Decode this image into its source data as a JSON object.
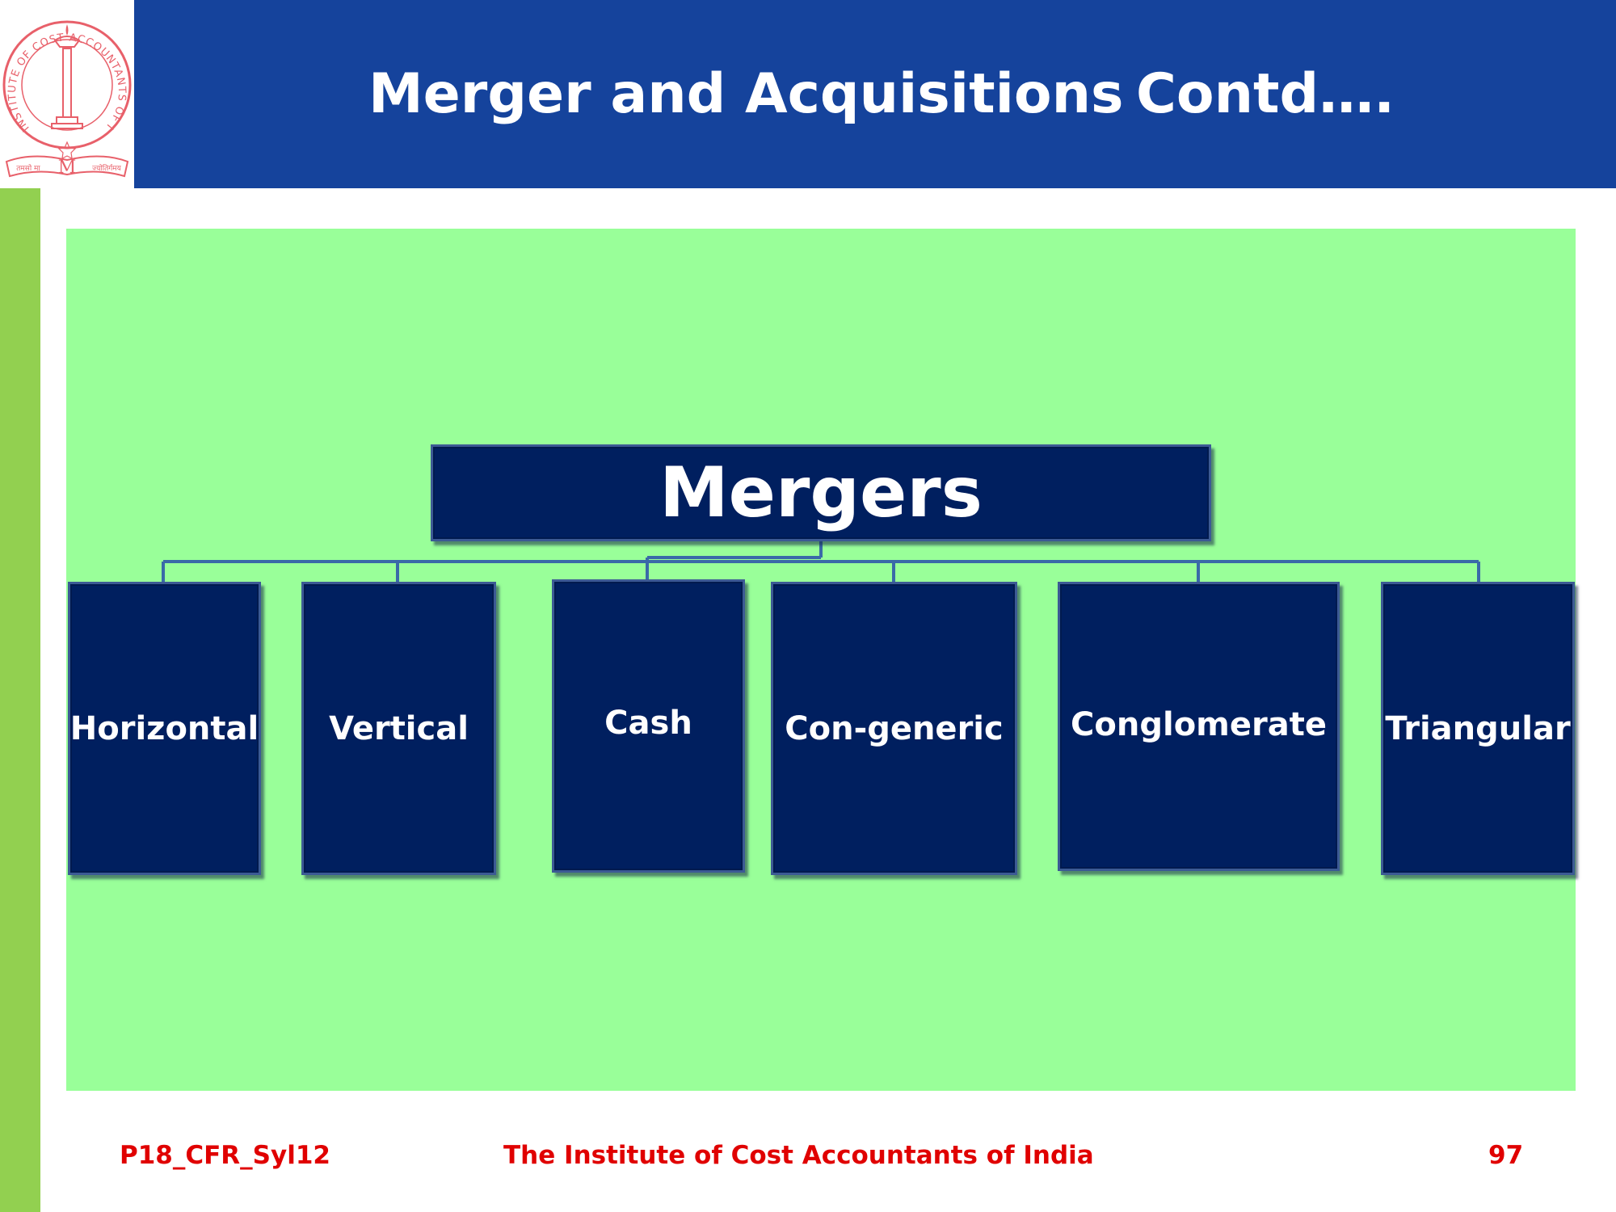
{
  "header": {
    "title": "Merger and Acquisitions",
    "title_suffix": "Contd….",
    "background_color": "#15439c"
  },
  "logo": {
    "text": "THE INSTITUTE OF COST ACCOUNTANTS OF INDIA",
    "motto_left": "तमसो मा",
    "motto_right": "ज्योतिर्गमय",
    "color": "#e8606a"
  },
  "diagram": {
    "root": {
      "label": "Mergers"
    },
    "children": [
      {
        "label": "Horizontal"
      },
      {
        "label": "Vertical"
      },
      {
        "label": "Cash"
      },
      {
        "label": "Con-generic"
      },
      {
        "label": "Conglomerate"
      },
      {
        "label": "Triangular"
      }
    ],
    "panel_color": "#99ff99",
    "node_color": "#001f5f",
    "connector_color": "#3a6aa8"
  },
  "footer": {
    "code": "P18_CFR_Syl12",
    "institute": "The Institute of Cost Accountants of India",
    "page_number": "97",
    "color": "#e00000"
  },
  "left_bar_color": "#92d050"
}
